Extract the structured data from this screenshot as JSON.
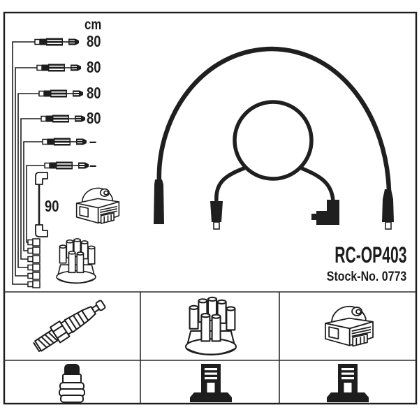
{
  "diagram": {
    "unit_label": "cm",
    "cable_lengths": [
      "80",
      "80",
      "80",
      "80",
      "–",
      "–"
    ],
    "coil_cable_length": "90"
  },
  "product": {
    "code": "RC-OP403",
    "stock_label": "Stock-No.",
    "stock_number": "0773"
  },
  "icons": {
    "schematic": [
      "ignition-coil",
      "distributor-cap",
      "terminal-stack",
      "coil-cable"
    ],
    "photo": [
      "ignition-cable-long",
      "ignition-cable-short"
    ],
    "legend_row1": [
      "spark-plug",
      "distributor-cap",
      "ignition-coil"
    ],
    "legend_row2": [
      "spark-plug-terminal-nut",
      "distributor-terminal",
      "coil-terminal"
    ]
  },
  "colors": {
    "ink": "#1d1d1d",
    "cable": "#1f1f1f",
    "background": "#ffffff"
  }
}
